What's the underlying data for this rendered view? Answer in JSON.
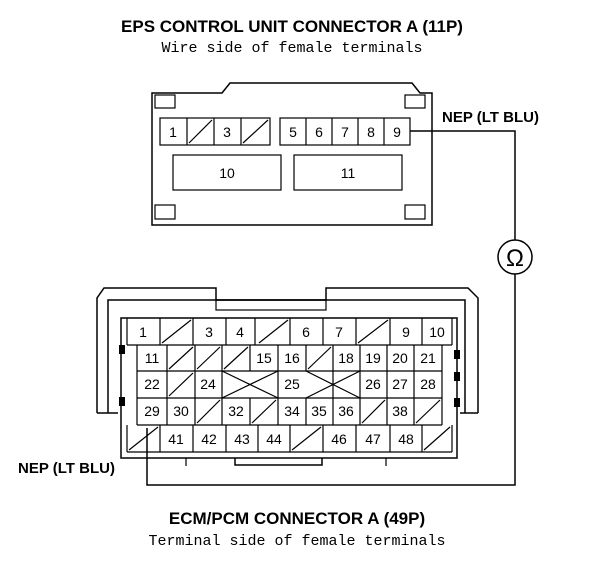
{
  "top_connector": {
    "title": "EPS CONTROL UNIT CONNECTOR A (11P)",
    "subtitle": "Wire side of female terminals",
    "pins": [
      "1",
      "3",
      "5",
      "6",
      "7",
      "8",
      "9",
      "10",
      "11"
    ],
    "wire_label": "NEP (LT BLU)"
  },
  "meter": {
    "symbol": "Ω"
  },
  "bottom_connector": {
    "title": "ECM/PCM CONNECTOR A (49P)",
    "subtitle": "Terminal side of female terminals",
    "wire_label": "NEP (LT BLU)",
    "pins": [
      "1",
      "3",
      "4",
      "6",
      "7",
      "9",
      "10",
      "11",
      "15",
      "16",
      "18",
      "19",
      "20",
      "21",
      "22",
      "24",
      "25",
      "26",
      "27",
      "28",
      "29",
      "30",
      "32",
      "34",
      "35",
      "36",
      "38",
      "41",
      "42",
      "43",
      "44",
      "46",
      "47",
      "48"
    ]
  }
}
